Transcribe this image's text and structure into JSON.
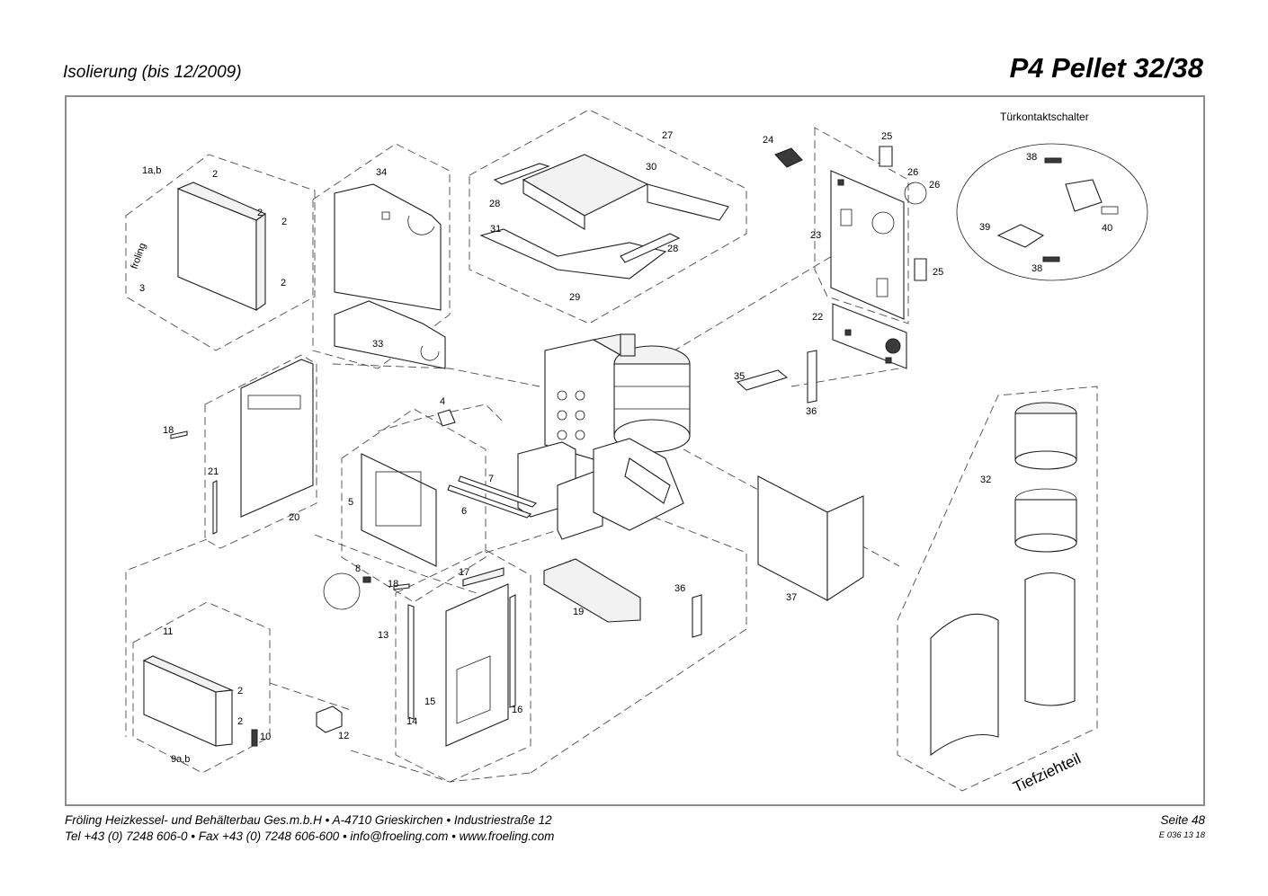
{
  "header": {
    "section_title": "Isolierung (bis 12/2009)",
    "product_title": "P4 Pellet 32/38"
  },
  "diagram": {
    "detail_title": "Türkontaktschalter",
    "side_label": "Tiefziehteil",
    "part_labels": {
      "p1ab": "1a,b",
      "p2": "2",
      "p3": "3",
      "p4": "4",
      "p5": "5",
      "p6": "6",
      "p7": "7",
      "p8": "8",
      "p9ab": "9a,b",
      "p10": "10",
      "p11": "11",
      "p12": "12",
      "p13": "13",
      "p14": "14",
      "p15": "15",
      "p16": "16",
      "p17": "17",
      "p18": "18",
      "p19": "19",
      "p20": "20",
      "p21": "21",
      "p22": "22",
      "p23": "23",
      "p24": "24",
      "p25": "25",
      "p26": "26",
      "p27": "27",
      "p28": "28",
      "p29": "29",
      "p30": "30",
      "p31": "31",
      "p32": "32",
      "p33": "33",
      "p34": "34",
      "p35": "35",
      "p36": "36",
      "p37": "37",
      "p38": "38",
      "p39": "39",
      "p40": "40"
    }
  },
  "footer": {
    "line1": "Fröling Heizkessel- und Behälterbau Ges.m.b.H   •  A-4710 Grieskirchen   •  Industriestraße 12",
    "line2": "Tel +43 (0) 7248 606-0   •  Fax +43 (0) 7248 606-600   •  info@froeling.com   •  www.froeling.com",
    "page": "Seite 48",
    "doc_code": "E 036 13 18"
  }
}
